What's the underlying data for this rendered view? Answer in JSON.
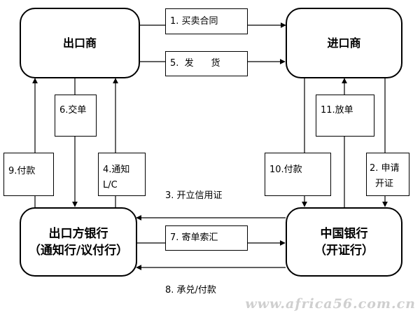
{
  "nodes": {
    "exporter": "出口商",
    "importer": "进口商",
    "exporter_bank_line1": "出口方银行",
    "exporter_bank_line2": "（通知行/议付行）",
    "boc_line1": "中国银行",
    "boc_line2": "（开证行）"
  },
  "steps": {
    "s1": "1.  买卖合同",
    "s2_line1": "2. 申请",
    "s2_line2": "开证",
    "s3": "3.  开立信用证",
    "s4_line1": "4.通知",
    "s4_line2": "L/C",
    "s5": "5.  发      货",
    "s6": "6.交单",
    "s7": "7.  寄单索汇",
    "s8": "8.  承兑/付款",
    "s9": "9.付款",
    "s10": "10.付款",
    "s11": "11.放单"
  },
  "watermark": "www.africa56.com.cn"
}
